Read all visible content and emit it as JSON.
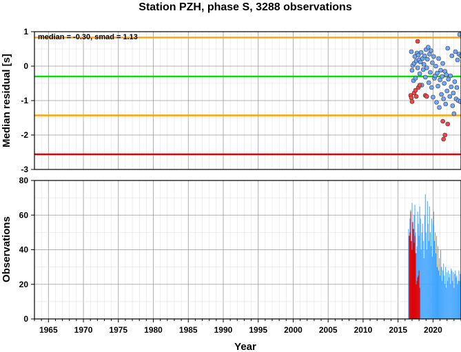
{
  "chart_data": [
    {
      "type": "scatter",
      "title": "Station PZH, phase S, 3288 observations",
      "ylabel": "Median residual [s]",
      "annotation": "median = -0.30, smad = 1.13",
      "xlim": [
        1963,
        2024
      ],
      "ylim": [
        -3,
        1
      ],
      "yticks": [
        1,
        0,
        -1,
        -2,
        -3
      ],
      "grid": true,
      "reference_lines": [
        {
          "y": 0.83,
          "color": "#ffa500"
        },
        {
          "y": -0.3,
          "color": "#00e000"
        },
        {
          "y": -1.43,
          "color": "#ffa500"
        },
        {
          "y": -2.56,
          "color": "#e00000"
        }
      ],
      "series": [
        {
          "color": "#6fa8ff",
          "points": [
            [
              2016.9,
              0.42
            ],
            [
              2017.0,
              -0.12
            ],
            [
              2017.1,
              0.02
            ],
            [
              2017.2,
              -0.42
            ],
            [
              2017.3,
              0.08
            ],
            [
              2017.4,
              0.28
            ],
            [
              2017.5,
              -0.35
            ],
            [
              2017.6,
              0.15
            ],
            [
              2017.7,
              0.38
            ],
            [
              2017.8,
              -0.05
            ],
            [
              2017.9,
              0.32
            ],
            [
              2018.0,
              0.18
            ],
            [
              2018.1,
              -0.22
            ],
            [
              2018.2,
              0.12
            ],
            [
              2018.3,
              0.4
            ],
            [
              2018.4,
              -0.55
            ],
            [
              2018.5,
              0.22
            ],
            [
              2018.6,
              -0.1
            ],
            [
              2018.7,
              0.05
            ],
            [
              2018.8,
              0.3
            ],
            [
              2018.9,
              -0.32
            ],
            [
              2019.0,
              0.48
            ],
            [
              2019.1,
              -0.05
            ],
            [
              2019.2,
              0.2
            ],
            [
              2019.3,
              0.55
            ],
            [
              2019.4,
              -0.48
            ],
            [
              2019.5,
              0.35
            ],
            [
              2019.6,
              -0.18
            ],
            [
              2019.7,
              0.45
            ],
            [
              2019.8,
              -0.62
            ],
            [
              2019.9,
              0.1
            ],
            [
              2020.0,
              -0.9
            ],
            [
              2020.1,
              0.28
            ],
            [
              2020.2,
              -0.35
            ],
            [
              2020.3,
              -0.28
            ],
            [
              2020.4,
              0.0
            ],
            [
              2020.5,
              -1.05
            ],
            [
              2020.6,
              -0.2
            ],
            [
              2020.7,
              -0.58
            ],
            [
              2020.8,
              0.22
            ],
            [
              2020.9,
              -1.2
            ],
            [
              2021.0,
              -0.4
            ],
            [
              2021.1,
              -0.12
            ],
            [
              2021.2,
              -0.82
            ],
            [
              2021.3,
              -0.3
            ],
            [
              2021.4,
              0.08
            ],
            [
              2021.5,
              -0.95
            ],
            [
              2021.6,
              -0.5
            ],
            [
              2021.7,
              -0.15
            ],
            [
              2021.8,
              -1.1
            ],
            [
              2021.9,
              -0.25
            ],
            [
              2022.0,
              -0.72
            ],
            [
              2022.1,
              0.52
            ],
            [
              2022.2,
              -0.38
            ],
            [
              2022.4,
              -0.88
            ],
            [
              2022.5,
              -0.28
            ],
            [
              2022.6,
              -0.6
            ],
            [
              2022.7,
              0.3
            ],
            [
              2022.8,
              -1.15
            ],
            [
              2022.9,
              -0.78
            ],
            [
              2023.0,
              -1.38
            ],
            [
              2023.1,
              -0.45
            ],
            [
              2023.2,
              0.42
            ],
            [
              2023.3,
              -0.95
            ],
            [
              2023.4,
              -0.62
            ],
            [
              2023.5,
              0.18
            ],
            [
              2023.6,
              -1.0
            ],
            [
              2023.7,
              0.35
            ],
            [
              2023.8,
              0.92
            ],
            [
              2023.9,
              -1.03
            ],
            [
              2024.0,
              0.3
            ]
          ]
        },
        {
          "color": "#ff4040",
          "points": [
            [
              2016.8,
              -0.85
            ],
            [
              2016.9,
              -0.92
            ],
            [
              2017.0,
              -1.03
            ],
            [
              2017.3,
              -0.78
            ],
            [
              2017.5,
              -0.7
            ],
            [
              2017.6,
              -0.88
            ],
            [
              2017.8,
              0.72
            ],
            [
              2017.9,
              -0.62
            ],
            [
              2018.1,
              -0.55
            ],
            [
              2018.9,
              -0.85
            ],
            [
              2019.1,
              -0.88
            ],
            [
              2021.4,
              -1.6
            ],
            [
              2021.5,
              -2.12
            ],
            [
              2021.7,
              -2.0
            ],
            [
              2022.1,
              -1.68
            ]
          ]
        }
      ]
    },
    {
      "type": "bar",
      "xlabel": "Year",
      "ylabel": "Observations",
      "xlim": [
        1963,
        2024
      ],
      "ylim": [
        0,
        80
      ],
      "yticks": [
        80,
        60,
        40,
        20,
        0
      ],
      "xticks": [
        1965,
        1970,
        1975,
        1980,
        1985,
        1990,
        1995,
        2000,
        2005,
        2010,
        2015,
        2020
      ],
      "grid": true,
      "series": [
        {
          "color": "#3fa4ff",
          "start": 2016.5,
          "step": 0.1,
          "values": [
            52,
            48,
            58,
            63,
            40,
            67,
            55,
            45,
            60,
            66,
            50,
            38,
            42,
            62,
            55,
            48,
            65,
            58,
            40,
            50,
            55,
            45,
            35,
            60,
            72,
            50,
            40,
            68,
            55,
            45,
            65,
            50,
            42,
            58,
            36,
            55,
            62,
            45,
            50,
            38,
            48,
            30,
            42,
            28,
            35,
            25,
            40,
            30,
            22,
            28,
            32,
            25,
            20,
            30,
            18,
            27,
            22,
            28,
            24,
            26,
            20,
            29,
            28,
            22,
            27,
            18,
            26,
            28,
            24,
            25,
            20,
            22,
            28,
            22,
            26
          ]
        },
        {
          "color": "#e00000",
          "start": 2016.6,
          "step": 0.1,
          "values": [
            48,
            50,
            62,
            45,
            40,
            56,
            52,
            44,
            48,
            38,
            20,
            22,
            24,
            25,
            28,
            18
          ]
        }
      ]
    }
  ]
}
